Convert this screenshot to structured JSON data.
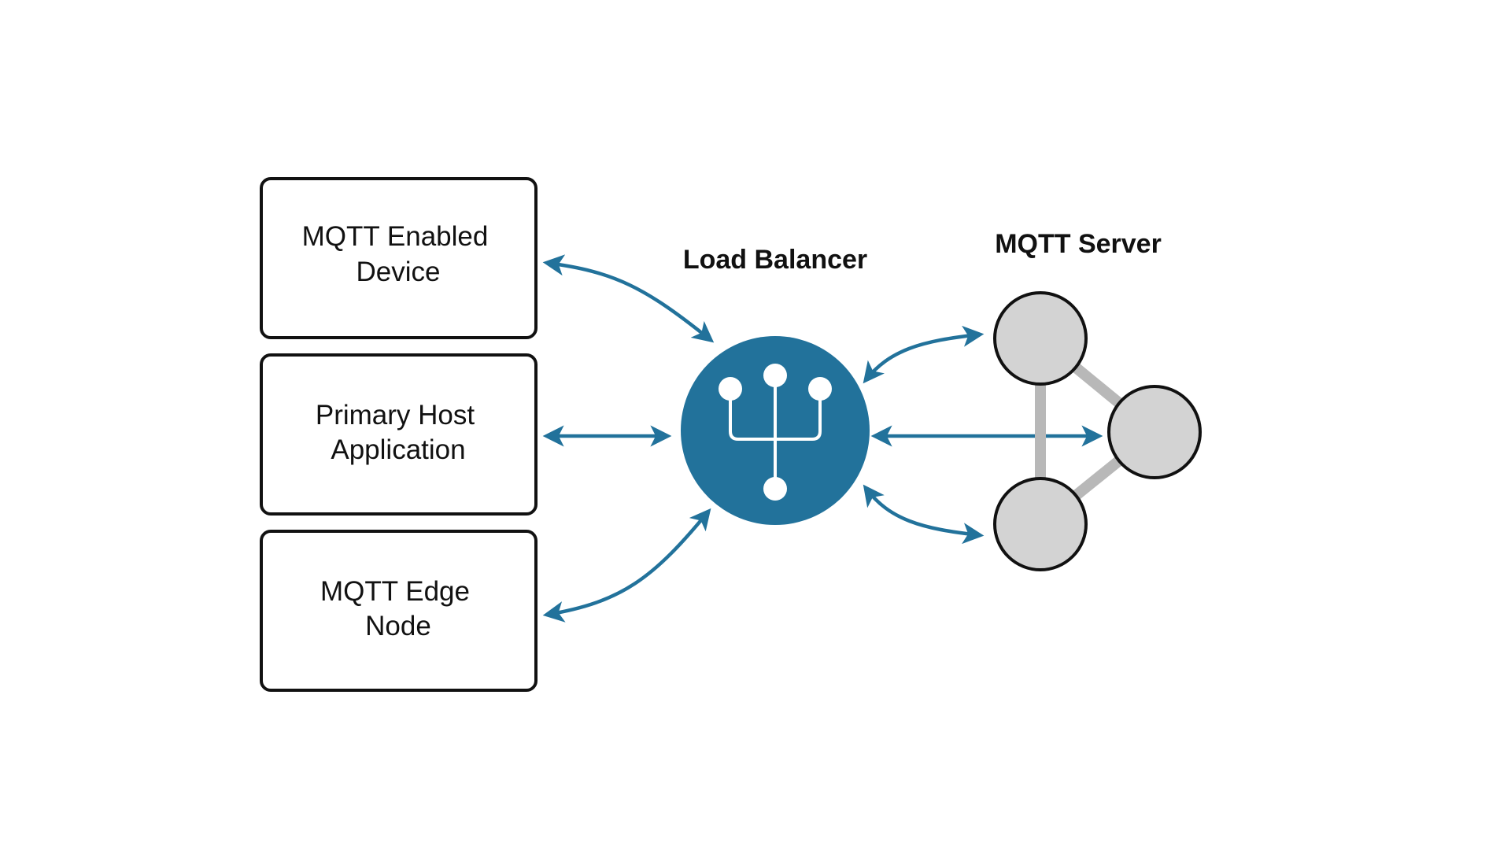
{
  "clients": [
    {
      "lines": [
        "MQTT Enabled",
        "Device"
      ]
    },
    {
      "lines": [
        "Primary Host",
        "Application"
      ]
    },
    {
      "lines": [
        "MQTT Edge",
        "Node"
      ]
    }
  ],
  "load_balancer": {
    "label": "Load Balancer",
    "color": "#22729b",
    "icon": "fork-icon"
  },
  "mqtt_server": {
    "label": "MQTT Server",
    "node_color": "#d3d3d3",
    "link_color": "#b8b8b8"
  },
  "arrow_color": "#22729b"
}
